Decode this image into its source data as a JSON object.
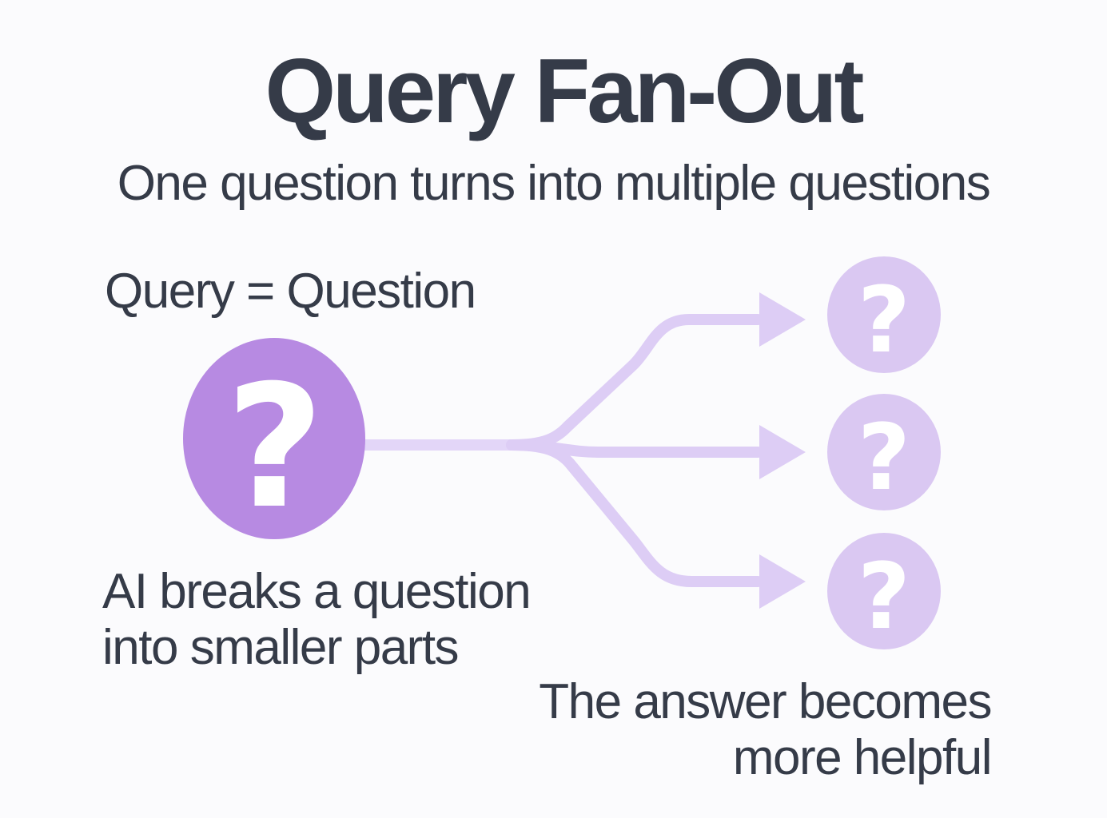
{
  "title": "Query Fan-Out",
  "subtitle": "One question turns into multiple questions",
  "labels": {
    "query_equation": "Query = Question",
    "ai_breaks_lines": [
      "AI breaks a question",
      "into smaller parts"
    ],
    "answer_lines": [
      "The answer becomes",
      "more helpful"
    ]
  },
  "nodes": {
    "main_icon": "?",
    "sub_icons": [
      "?",
      "?",
      "?"
    ]
  },
  "colors": {
    "background": "#fbfbfd",
    "text": "#353b48",
    "main_node": "#b78ae2",
    "sub_node": "#dac8f2",
    "connector": "#ddcdf5",
    "trunk": "#e3d6f8",
    "icon": "#ffffff"
  }
}
